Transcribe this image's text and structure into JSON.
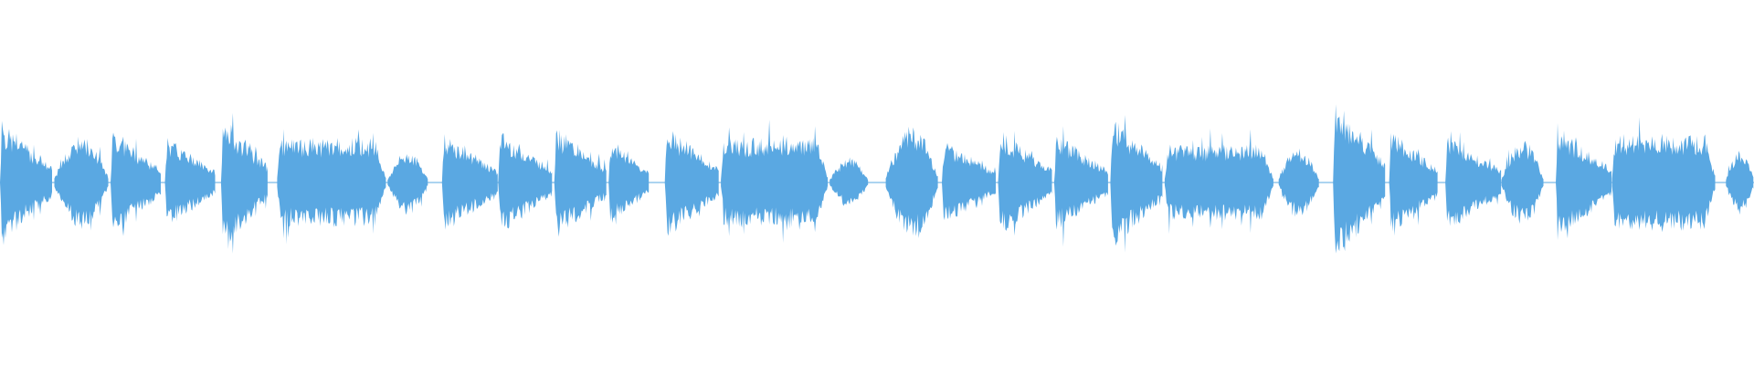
{
  "waveform": {
    "color": "#5aa8e2",
    "background": "#ffffff",
    "segments": [
      {
        "start": 0.0,
        "end": 0.03,
        "amp": 0.34,
        "shape": "decay"
      },
      {
        "start": 0.031,
        "end": 0.062,
        "amp": 0.26,
        "shape": "swell"
      },
      {
        "start": 0.063,
        "end": 0.092,
        "amp": 0.3,
        "shape": "decay"
      },
      {
        "start": 0.094,
        "end": 0.123,
        "amp": 0.26,
        "shape": "decay"
      },
      {
        "start": 0.126,
        "end": 0.153,
        "amp": 0.38,
        "shape": "decay"
      },
      {
        "start": 0.158,
        "end": 0.22,
        "amp": 0.26,
        "shape": "flat"
      },
      {
        "start": 0.221,
        "end": 0.244,
        "amp": 0.18,
        "shape": "swell"
      },
      {
        "start": 0.252,
        "end": 0.284,
        "amp": 0.28,
        "shape": "decay"
      },
      {
        "start": 0.284,
        "end": 0.315,
        "amp": 0.3,
        "shape": "decay"
      },
      {
        "start": 0.316,
        "end": 0.346,
        "amp": 0.32,
        "shape": "decay"
      },
      {
        "start": 0.347,
        "end": 0.37,
        "amp": 0.24,
        "shape": "decay"
      },
      {
        "start": 0.379,
        "end": 0.41,
        "amp": 0.32,
        "shape": "decay"
      },
      {
        "start": 0.411,
        "end": 0.472,
        "amp": 0.26,
        "shape": "flat"
      },
      {
        "start": 0.473,
        "end": 0.495,
        "amp": 0.14,
        "shape": "swell"
      },
      {
        "start": 0.505,
        "end": 0.535,
        "amp": 0.32,
        "shape": "swell"
      },
      {
        "start": 0.537,
        "end": 0.568,
        "amp": 0.24,
        "shape": "decay"
      },
      {
        "start": 0.569,
        "end": 0.6,
        "amp": 0.3,
        "shape": "decay"
      },
      {
        "start": 0.601,
        "end": 0.632,
        "amp": 0.28,
        "shape": "decay"
      },
      {
        "start": 0.633,
        "end": 0.663,
        "amp": 0.38,
        "shape": "decay"
      },
      {
        "start": 0.664,
        "end": 0.726,
        "amp": 0.22,
        "shape": "flat"
      },
      {
        "start": 0.729,
        "end": 0.752,
        "amp": 0.2,
        "shape": "swell"
      },
      {
        "start": 0.76,
        "end": 0.79,
        "amp": 0.46,
        "shape": "decay"
      },
      {
        "start": 0.792,
        "end": 0.82,
        "amp": 0.3,
        "shape": "decay"
      },
      {
        "start": 0.824,
        "end": 0.856,
        "amp": 0.28,
        "shape": "decay"
      },
      {
        "start": 0.856,
        "end": 0.88,
        "amp": 0.24,
        "shape": "swell"
      },
      {
        "start": 0.887,
        "end": 0.919,
        "amp": 0.32,
        "shape": "decay"
      },
      {
        "start": 0.919,
        "end": 0.978,
        "amp": 0.28,
        "shape": "flat"
      },
      {
        "start": 0.984,
        "end": 1.0,
        "amp": 0.18,
        "shape": "swell"
      }
    ]
  }
}
